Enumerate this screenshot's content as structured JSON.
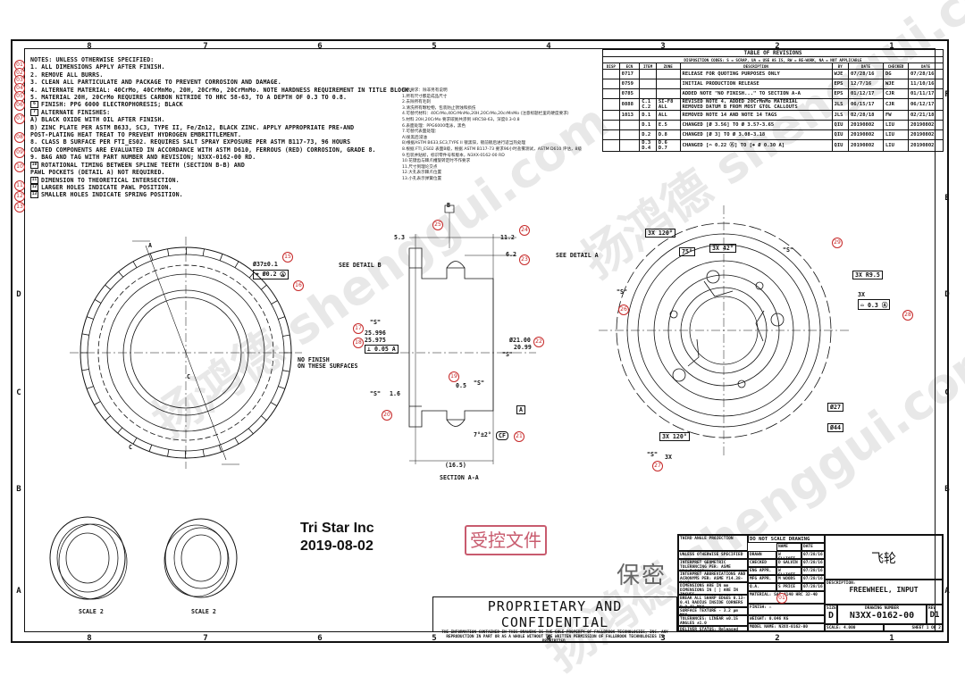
{
  "zones_x": [
    "8",
    "7",
    "6",
    "5",
    "4",
    "3",
    "2",
    "1"
  ],
  "zones_y": [
    "F",
    "E",
    "D",
    "C",
    "B",
    "A"
  ],
  "notes": {
    "header": "NOTES: UNLESS OTHERWISE SPECIFIED:",
    "lines": [
      {
        "flag": "",
        "text": "1. ALL DIMENSIONS APPLY AFTER FINISH."
      },
      {
        "flag": "",
        "text": "2. REMOVE ALL BURRS."
      },
      {
        "flag": "",
        "text": "3. CLEAN ALL PARTICULATE AND PACKAGE TO PREVENT CORROSION AND DAMAGE."
      },
      {
        "flag": "",
        "text": "4. ALTERNATE MATERIAL:  40CrMo, 40CrMnMo, 20H, 20CrMo, 20CrMnMo. NOTE HARDNESS REQUIREMENT IN TITLE BLOCK."
      },
      {
        "flag": "",
        "text": "5. MATERIAL 20H, 20CrMo REQUIRES CARBON NITRIDE TO HRC 58-63, TO A DEPTH OF 0.3 TO 0.8."
      },
      {
        "flag": "6",
        "text": "FINISH: PPG 6000 ELECTROPHORESIS; BLACK"
      },
      {
        "flag": "7",
        "text": "ALTERNATE FINISHES:"
      },
      {
        "flag": "",
        "text": "  A) BLACK OXIDE WITH OIL AFTER FINISH."
      },
      {
        "flag": "",
        "text": "  B) ZINC PLATE PER ASTM B633, SC3, TYPE II, Fe/Zn12, BLACK ZINC. APPLY APPROPRIATE PRE-AND"
      },
      {
        "flag": "",
        "text": "     POST-PLATING HEAT TREAT TO PREVENT HYDROGEN EMBRITTLEMENT."
      },
      {
        "flag": "",
        "text": "8. CLASS B SURFACE PER FTI_ES02. REQUIRES SALT SPRAY EXPOSURE PER ASTM B117-73,  96 HOURS"
      },
      {
        "flag": "",
        "text": "   COATED COMPONENTS ARE EVALUATED IN ACCORDANCE WITH ASTM D610, FERROUS (RED) CORROSION, GRADE 8."
      },
      {
        "flag": "",
        "text": "9. BAG AND TAG WITH PART NUMBER AND REVISION; N3XX-0162-00 RD."
      },
      {
        "flag": "10",
        "text": "ROTATIONAL TIMING BETWEEN SPLINE TEETH (SECTION B-B) AND"
      },
      {
        "flag": "",
        "text": "   PAWL POCKETS (DETAIL A) NOT REQUIRED."
      },
      {
        "flag": "11",
        "text": "DIMENSION TO THEORETICAL INTERSECTION."
      },
      {
        "flag": "12",
        "text": "LARGER HOLES INDICATE PAWL POSITION."
      },
      {
        "flag": "13",
        "text": "SMALLER HOLES INDICATE SPRING POSITION."
      }
    ]
  },
  "notes_cn": [
    "技术要求：除非另有说明",
    "1.所有尺寸都是成品尺寸",
    "2.去除所有毛刺",
    "3.清洗所有颗粒物，包装防止锈蚀和损伤",
    "4.可替代材料：40CrMo,40CrMnMo,20H,20CrMo,20crMnMo (注意标题栏里的硬度要求)",
    "5.材料 20H,20CrMo 要求碳氮共渗到 HRC58-63，深度0.3-0.8",
    "6.表面处理：PPG6000电泳，黑色",
    "7.可替代表面处理：",
    "  A)发黑后浸油",
    "  B)根据ASTM B633,SC3,TYPE II 镀黑锌，镀前镀后进行适当热处理",
    "8.根据 FTI_ES02 表面B级，根据 ASTM B117-73 要求96小时盐雾测试，ASTM D610 评估，8级",
    "9.包装并贴标，标识零件号和版本，N3XX-0162-00 RD",
    "10.花键齿与棘爪槽旋转定时不作要求",
    "11.尺寸到理论交点",
    "12.大孔表示棘爪位置",
    "13.小孔表示弹簧位置"
  ],
  "callouts": [
    "01",
    "02",
    "03",
    "04",
    "05",
    "06",
    "07",
    "08",
    "09",
    "10",
    "11",
    "12",
    "13"
  ],
  "revisions": {
    "title": "TABLE OF REVISIONS",
    "subtitle": "DISPOSITION CODES: S = SCRAP, UA = USE AS IS, RW = RE-WORK, NA = NOT APPLICABLE",
    "headers": [
      "DISP",
      "ECN",
      "ITEM",
      "ZONE",
      "DESCRIPTION",
      "BY",
      "DATE",
      "CHECKED",
      "DATE"
    ],
    "rows": [
      [
        "",
        "0717",
        "",
        "",
        "RELEASE FOR QUOTING PURPOSES ONLY",
        "WJE",
        "07/28/16",
        "DG",
        "07/28/16"
      ],
      [
        "",
        "0759",
        "",
        "",
        "INITIAL PRODUCTION RELEASE",
        "EPS",
        "12/7/16",
        "WJE",
        "11/10/16"
      ],
      [
        "",
        "0785",
        "",
        "",
        "ADDED NOTE \"NO FINISH...\" TO SECTION A-A",
        "EPS",
        "01/12/17",
        "CJR",
        "01/11/17"
      ],
      [
        "",
        "0888",
        "C.1\nC.2",
        "SI-F8\nALL",
        "REVISED NOTE 4, ADDED 20CrMnMo MATERIAL\nREMOVED DATUM B FROM MOST GTOL CALLOUTS",
        "JLS",
        "06/15/17",
        "CJR",
        "06/12/17"
      ],
      [
        "",
        "1013",
        "D.1",
        "ALL",
        "REMOVED NOTE 14 AND NOTE 14 TAGS",
        "JLS",
        "02/28/18",
        "FW",
        "02/21/18"
      ],
      [
        "",
        "",
        "D.1",
        "E.5",
        "CHANGED [Ø 3.56] TO Ø 3.57-3.65",
        "QIU",
        "20190802",
        "LIU",
        "20190802"
      ],
      [
        "",
        "",
        "D.2",
        "D.8",
        "CHANGED [Ø 3] TO Ø 3.08-3.18",
        "QIU",
        "20190802",
        "LIU",
        "20190802"
      ],
      [
        "",
        "",
        "D.3\nD.4",
        "D.6\nD.7",
        "CHANGED [⌓ 0.22 Ⓐ] TO [⌖ Ø 0.30 A]",
        "QIU",
        "20190802",
        "LIU",
        "20190802"
      ]
    ]
  },
  "views": {
    "see_detail_b": "SEE DETAIL B",
    "see_detail_a": "SEE DETAIL A",
    "section_label": "SECTION A-A",
    "no_finish": "NO FINISH\nON THESE SURFACES",
    "dims": {
      "d37": "Ø37±0.1",
      "pos02": "⌖ Ø0.2 Ⓐ",
      "d25_996": "25.996",
      "d25_975": "25.975",
      "perp": "⊥ 0.05 A",
      "d21_00": "Ø21.00",
      "d20_99": "20.99",
      "w53": "5.3",
      "w112": "11.2",
      "w62": "6.2",
      "len165": "(16.5)",
      "ang": "7°±2°",
      "cf": "CF",
      "c05": "0.5",
      "s": "\"S\"",
      "r16": "1.6",
      "a": "A",
      "b": "B",
      "c": "C",
      "deg120a": "3X 120°",
      "deg75": "75°",
      "deg42": "3X 42°",
      "r95": "3X R9.5",
      "flat": "⌓ 0.3 Ⓐ",
      "d27": "Ø27",
      "d44": "Ø44",
      "deg120b": "3X 120°",
      "x3": "3X",
      "x3b": "3X"
    },
    "scale_left": "SCALE  2",
    "scale_right": "SCALE  2"
  },
  "stamp": {
    "company": "Tri Star Inc",
    "date": "2019-08-02"
  },
  "controlled": "受控文件",
  "secret": "保密",
  "proprietary": {
    "title": "PROPRIETARY AND CONFIDENTIAL",
    "body": "THE INFORMATION CONTAINED IN THIS DRAWING IS THE SOLE PROPERTY OF FALLBROOK TECHNOLOGIES, INC.  ANY REPRODUCTION IN PART OR AS A WHOLE WITHOUT THE WRITTEN PERMISSION OF FALLBROOK TECHNOLOGIES IS PROHIBITED."
  },
  "title_block": {
    "projection": "THIRD ANGLE PROJECTION",
    "do_not_scale": "DO NOT SCALE DRAWING",
    "name_label": "NAME",
    "date_label": "DATE",
    "uos": "UNLESS OTHERWISE SPECIFIED",
    "gdt": "INTERPRET GEOMETRIC TOLERANCING PER: ASME Y14.5-2009",
    "abbr": "INTERPRET ABBREVIATIONS AND ACRONYMS PER: ASME Y14.38-2007",
    "dims_mm": "DIMENSIONS ARE IN mm DIMENSIONS IN [ ] ARE IN INCHES",
    "break": "BREAK ALL SHARP EDGES 0.13-0.41 RADIUS INSIDE CORNERS R 0.41 MAX",
    "surface": "SURFACE TEXTURE - 3.2 µm MAX",
    "tolerances": "TOLERANCES: LINEAR ±0.15  ANGLES ±1.0",
    "deliver": "DELIVER STATUS: Released",
    "drawn": "DRAWN",
    "drawn_name": "W ELLIOTT",
    "drawn_date": "07/28/16",
    "checked": "CHECKED",
    "checked_name": "D GALVIN",
    "checked_date": "07/28/16",
    "eng": "ENG APPR.",
    "eng_name": "W ELLIOTT",
    "eng_date": "07/28/16",
    "mfg": "MFG APPR.",
    "mfg_name": "M WOODS",
    "mfg_date": "07/28/16",
    "qa": "Q.A.",
    "qa_name": "S PRICE",
    "qa_date": "07/28/16",
    "material": "MATERIAL:",
    "material_val": "SAE-4140 HRC 32-40",
    "finish": "FINISH:",
    "weight": "WEIGHT:",
    "weight_val": "0.046 KG",
    "model": "MODEL NAME: N3XX-0162-00",
    "cn_title": "飞轮",
    "description_label": "DESCRIPTION:",
    "description": "FREEWHEEL, INPUT",
    "size_label": "SIZE",
    "size": "D",
    "dwg_label": "DRAWING NUMBER",
    "dwg": "N3XX-0162-00",
    "rev_label": "REV",
    "rev": "D1",
    "scale": "SCALE: 4.000",
    "sheet": "SHEET 1 OF 2",
    "bubble": "01"
  },
  "watermark": "扬鸿德 shenggui.com"
}
